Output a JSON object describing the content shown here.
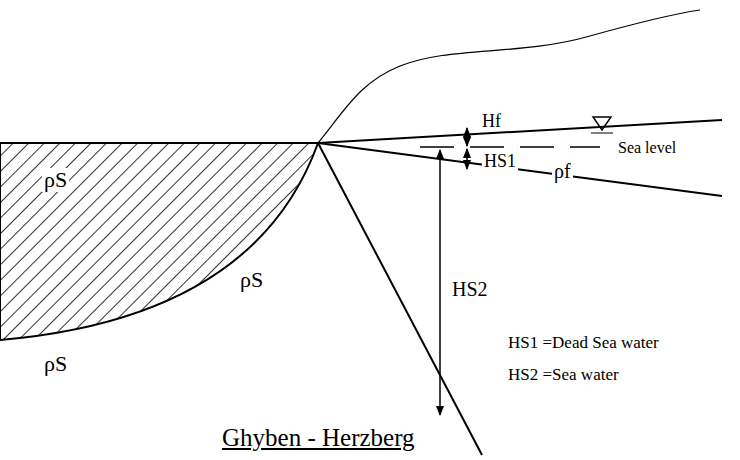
{
  "diagram": {
    "caption": "Ghyben - Herzberg",
    "labels": [
      "ρS",
      "ρS",
      "ρS",
      "Hf",
      "HS1",
      "Sea level",
      "ρf",
      "HS2",
      "HS1 =Dead Sea water",
      "HS2 =Sea water"
    ]
  }
}
